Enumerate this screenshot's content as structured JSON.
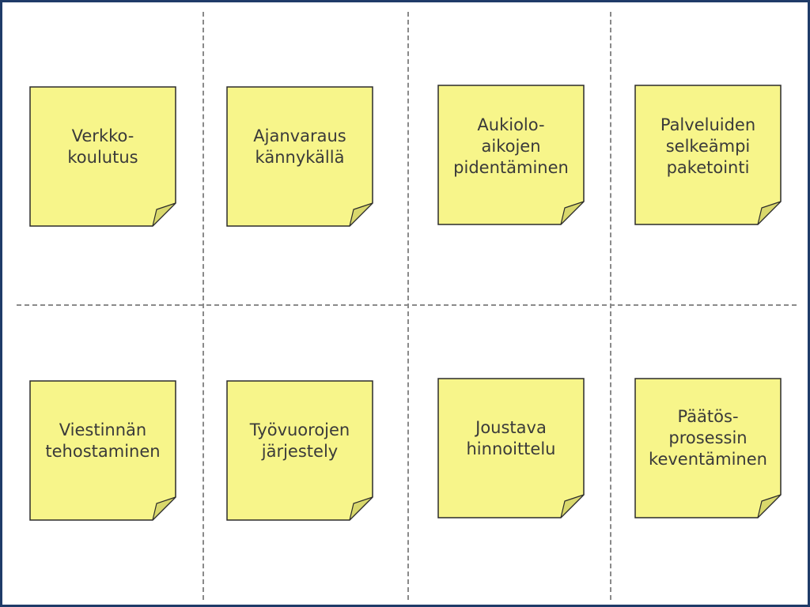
{
  "colors": {
    "frame": "#1f3b68",
    "note_fill": "#f7f58a",
    "note_fold": "#d9d86c",
    "note_border": "#2b2b2b",
    "divider": "#8a8a8a",
    "text": "#3a3a3a"
  },
  "notes": [
    {
      "text": "Verkko-\nkoulutus"
    },
    {
      "text": "Ajanvaraus\nkännykällä"
    },
    {
      "text": "Aukiolo-\naikojen\npidentäminen"
    },
    {
      "text": "Palveluiden\nselkeämpi\npaketointi"
    },
    {
      "text": "Viestinnän\ntehostaminen"
    },
    {
      "text": "Työvuorojen\njärjestely"
    },
    {
      "text": "Joustava\nhinnoittelu"
    },
    {
      "text": "Päätös-\nprosessin\nkeventäminen"
    }
  ]
}
